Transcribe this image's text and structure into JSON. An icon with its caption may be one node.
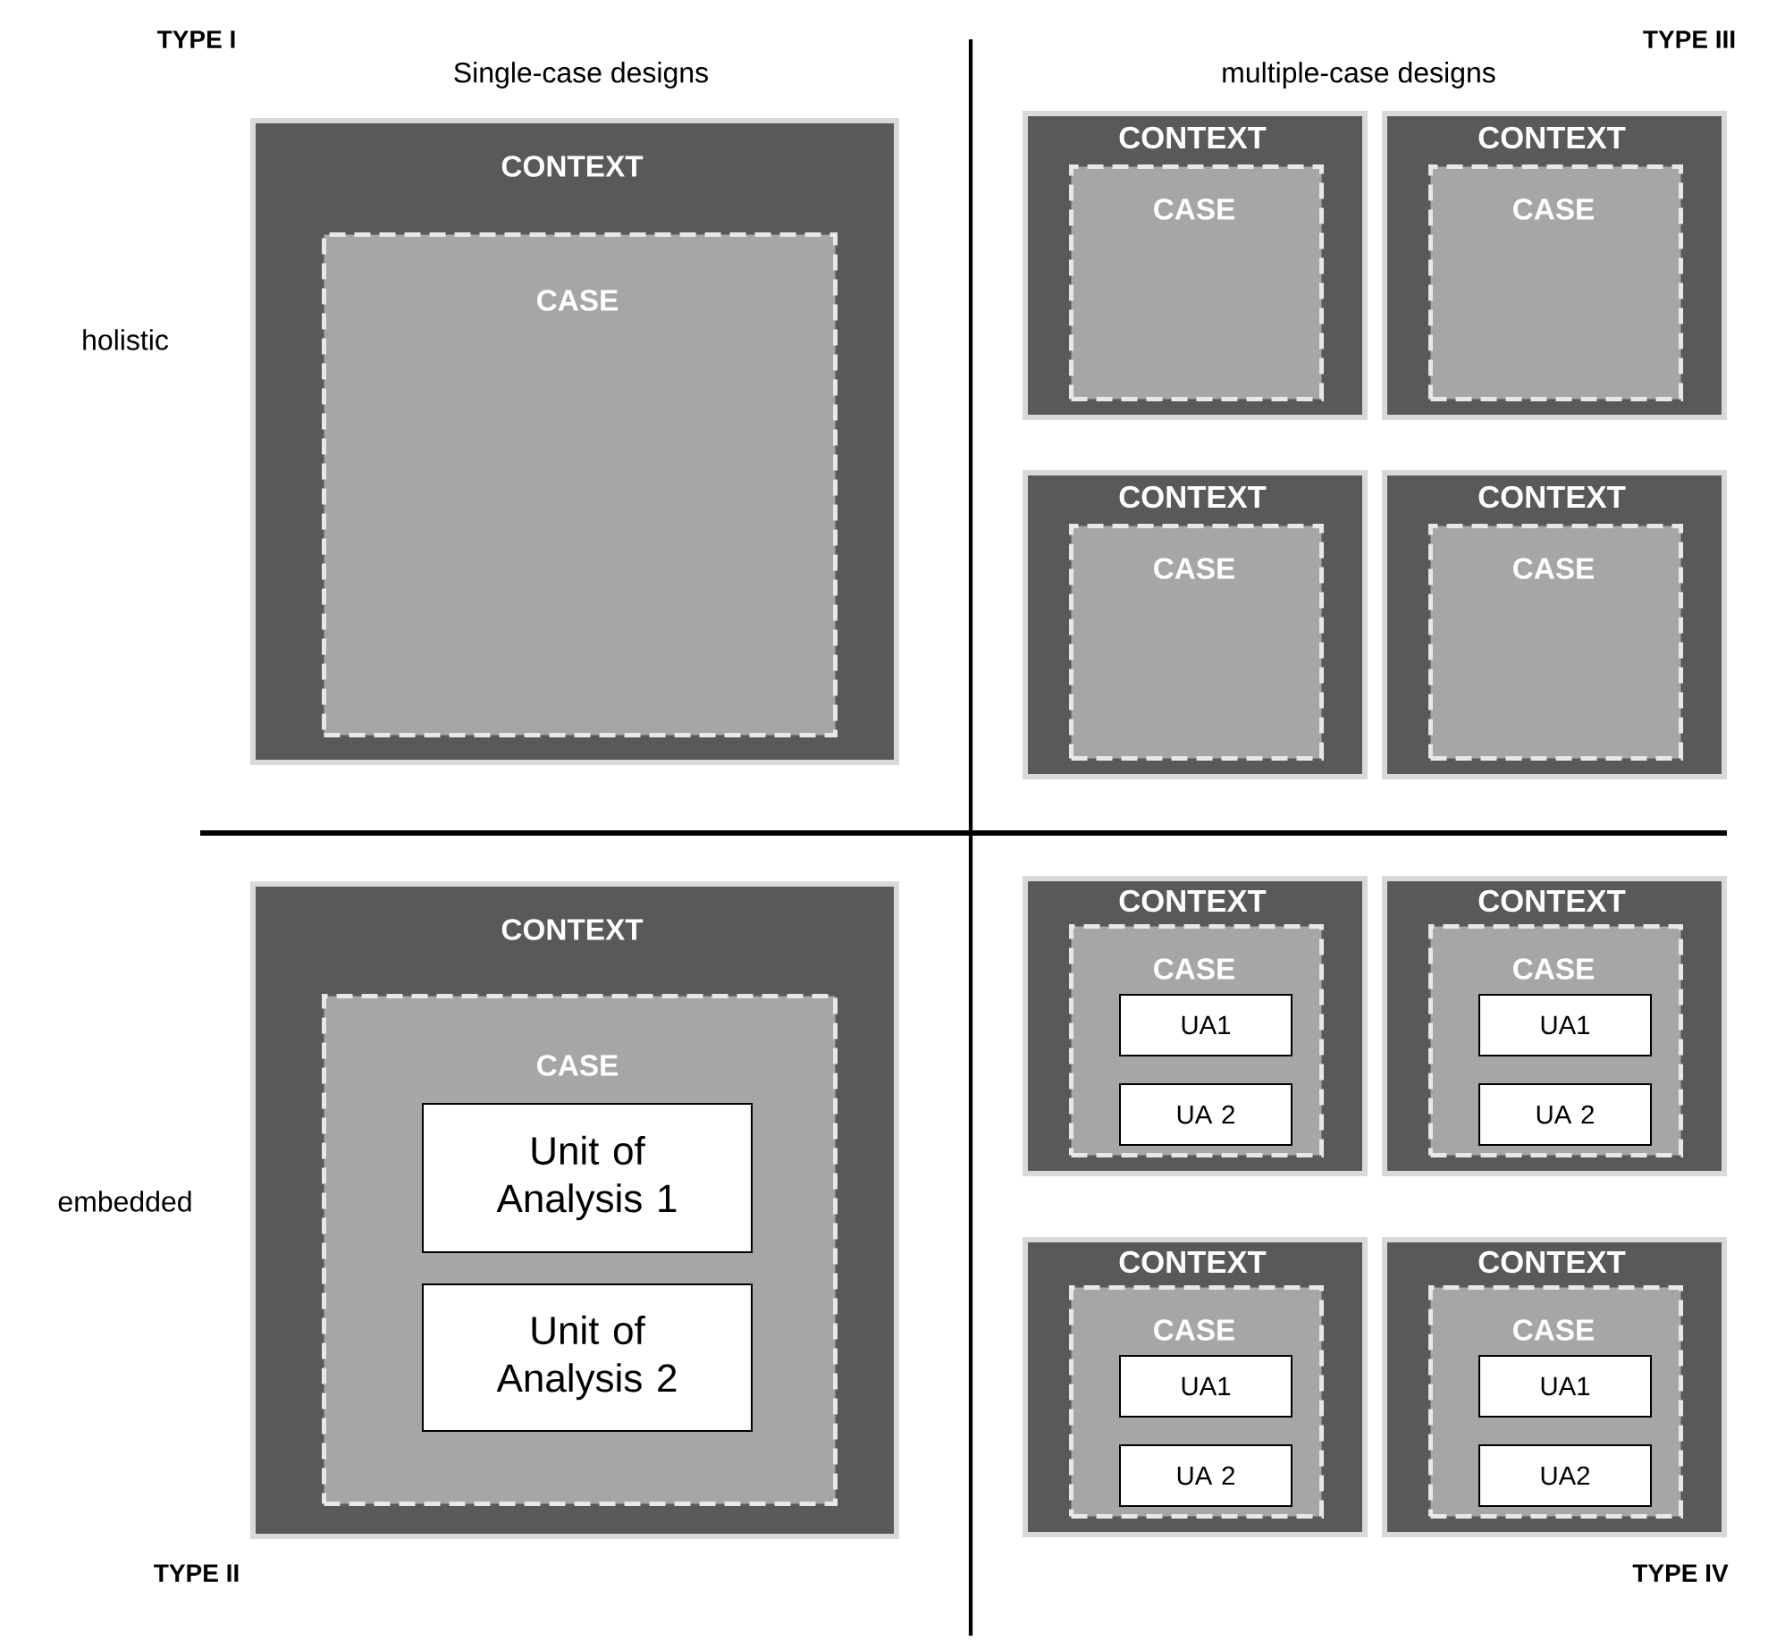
{
  "diagram": {
    "nodes": [
      {
        "text": [
          "CONTEXT"
        ]
      },
      {
        "text": [
          "CASE"
        ],
        "in": 0
      },
      {
        "text": [
          "CONTEXT"
        ]
      },
      {
        "text": [
          "CASE"
        ],
        "in": 2
      },
      {
        "text": [
          "CONTEXT"
        ]
      },
      {
        "text": [
          "CASE"
        ],
        "in": 4
      },
      {
        "text": [
          "CONTEXT"
        ]
      },
      {
        "text": [
          "CASE"
        ],
        "in": 6
      },
      {
        "text": [
          "CONTEXT"
        ]
      },
      {
        "text": [
          "CASE"
        ],
        "in": 8
      },
      {
        "text": [
          "CONTEXT"
        ]
      },
      {
        "text": [
          "CASE"
        ],
        "in": 10
      },
      {
        "text": [
          "Unit of Analysis 1"
        ],
        "in": 11
      },
      {
        "text": [
          "Unit of Analysis 2"
        ],
        "in": 11
      },
      {
        "text": [
          "CONTEXT"
        ]
      },
      {
        "text": [
          "CASE"
        ],
        "in": 14
      },
      {
        "text": [
          "UA1"
        ],
        "in": 15
      },
      {
        "text": [
          "UA 2"
        ],
        "in": 15
      },
      {
        "text": [
          "CONTEXT"
        ]
      },
      {
        "text": [
          "CASE"
        ],
        "in": 18
      },
      {
        "text": [
          "UA1"
        ],
        "in": 19
      },
      {
        "text": [
          "UA 2"
        ],
        "in": 19
      },
      {
        "text": [
          "CONTEXT"
        ]
      },
      {
        "text": [
          "CASE"
        ],
        "in": 22
      },
      {
        "text": [
          "UA1"
        ],
        "in": 23
      },
      {
        "text": [
          "UA 2"
        ],
        "in": 23
      },
      {
        "text": [
          "CONTEXT"
        ]
      },
      {
        "text": [
          "CASE"
        ],
        "in": 26
      },
      {
        "text": [
          "UA1"
        ],
        "in": 27
      },
      {
        "text": [
          "UA2"
        ],
        "in": 27
      }
    ],
    "labels": [
      "TYPE I",
      "Single-case designs",
      "multiple-case designs",
      "TYPE III",
      "holistic",
      "embedded",
      "TYPE II",
      "TYPE IV"
    ]
  }
}
